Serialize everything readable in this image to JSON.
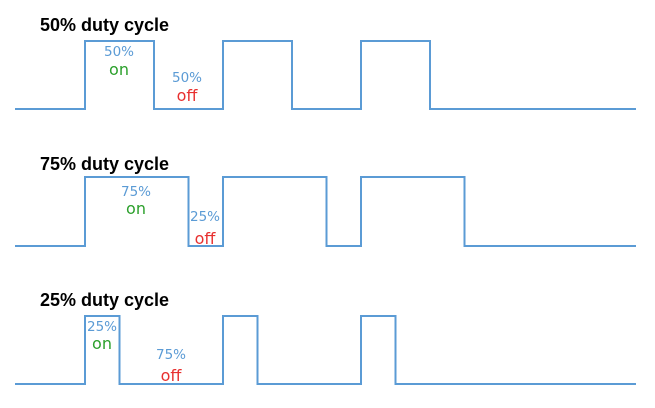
{
  "colors": {
    "wave": "#5b9bd5",
    "percent_text": "#5b9bd5",
    "on_text": "#2ca02c",
    "off_text": "#e8302f",
    "title_text": "#000000"
  },
  "panels": [
    {
      "title": "50% duty cycle",
      "duty_fraction": 0.5,
      "on_percent": "50%",
      "on_label": "on",
      "off_percent": "50%",
      "off_label": "off"
    },
    {
      "title": "75% duty cycle",
      "duty_fraction": 0.75,
      "on_percent": "75%",
      "on_label": "on",
      "off_percent": "25%",
      "off_label": "off"
    },
    {
      "title": "25% duty cycle",
      "duty_fraction": 0.25,
      "on_percent": "25%",
      "on_label": "on",
      "off_percent": "75%",
      "off_label": "off"
    }
  ]
}
